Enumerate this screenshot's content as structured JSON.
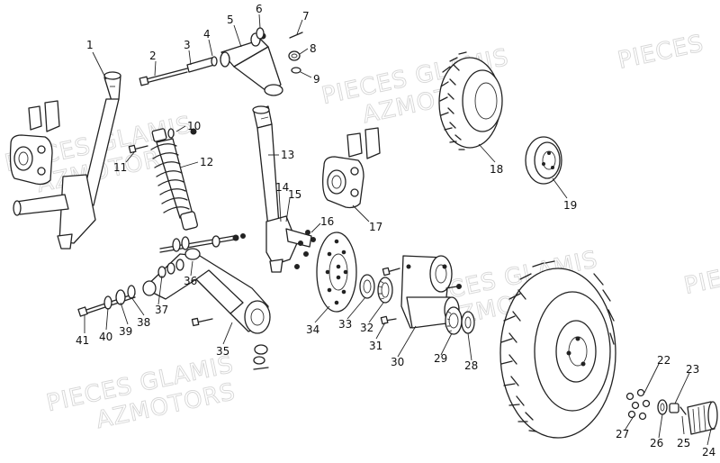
{
  "watermarks": [
    "PIECES GLAMIS",
    "AZMOTORS",
    "PIECES GLAMIS",
    "AZMOTORS",
    "PIECES GLAMIS",
    "AZMOTORS",
    "PIECES GLAMIS",
    "AZMOTORS",
    "PIECES",
    "PIECES"
  ],
  "callouts": [
    "1",
    "2",
    "3",
    "4",
    "5",
    "6",
    "7",
    "8",
    "9",
    "10",
    "11",
    "12",
    "13",
    "14",
    "15",
    "16",
    "17",
    "18",
    "19",
    "22",
    "23",
    "24",
    "25",
    "26",
    "27",
    "28",
    "29",
    "30",
    "31",
    "32",
    "33",
    "34",
    "35",
    "36",
    "37",
    "38",
    "39",
    "40",
    "41"
  ]
}
